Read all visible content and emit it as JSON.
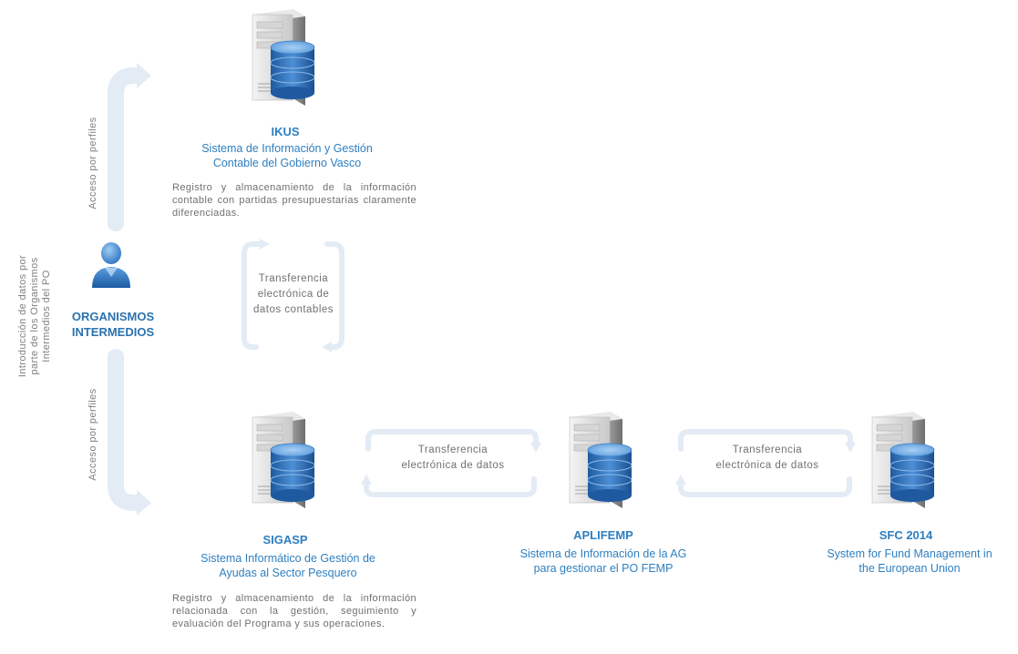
{
  "side_label": [
    "Introducción de datos por",
    "parte de los Organismos",
    "Intermedios del PO"
  ],
  "access_top": "Acceso por perfiles",
  "access_bottom": "Acceso por perfiles",
  "organismos": [
    "ORGANISMOS",
    "INTERMEDIOS"
  ],
  "ikus": {
    "name": "IKUS",
    "desc": [
      "Sistema de Información y Gestión",
      "Contable del Gobierno Vasco"
    ],
    "body": "Registro y almacenamiento de la información contable con partidas presupuestarias claramente diferenciadas."
  },
  "transfer_vertical": [
    "Transferencia",
    "electrónica de",
    "datos contables"
  ],
  "sigasp": {
    "name": "SIGASP",
    "desc": [
      "Sistema Informático de Gestión de",
      "Ayudas al Sector Pesquero"
    ],
    "body": "Registro y almacenamiento de la información relacionada con la gestión, seguimiento y evaluación del Programa y sus operaciones."
  },
  "transfer_1": [
    "Transferencia",
    "electrónica de datos"
  ],
  "aplifemp": {
    "name": "APLIFEMP",
    "desc": [
      "Sistema de Información de la AG",
      "para gestionar el PO FEMP"
    ]
  },
  "transfer_2": [
    "Transferencia",
    "electrónica de datos"
  ],
  "sfc": {
    "name": "SFC 2014",
    "desc": [
      "System for Fund Management in",
      "the European Union"
    ]
  },
  "colors": {
    "accent": "#2e7fc0",
    "connector": "#e3ebf5",
    "text_gray": "#707070"
  },
  "icons": [
    "server-database-icon",
    "user-icon"
  ]
}
